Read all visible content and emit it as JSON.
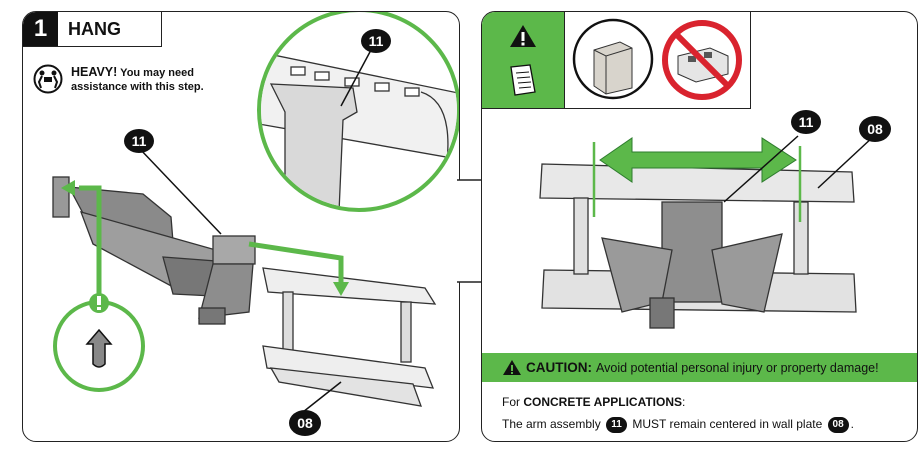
{
  "step": {
    "number": "1",
    "title": "HANG"
  },
  "heavy": {
    "bold": "HEAVY!",
    "line1": "You may need",
    "line2": "assistance with this step."
  },
  "badges": {
    "arm": "11",
    "plate": "08"
  },
  "caution": {
    "label": "CAUTION:",
    "text": "Avoid potential personal injury or property damage!"
  },
  "concrete": {
    "prefix": "For",
    "bold": "CONCRETE APPLICATIONS",
    "suffix": ":",
    "line_a": "The arm assembly",
    "line_b": "MUST remain centered in wall plate",
    "line_end": "."
  },
  "colors": {
    "accent": "#5cb84a",
    "dark": "#111111",
    "prohibited": "#d9232e"
  },
  "icons": [
    "two-person-lift-icon",
    "warning-icon",
    "document-icon",
    "wood-stud-icon",
    "no-cinderblock-icon",
    "alert-dot-icon",
    "up-arrow-icon"
  ]
}
